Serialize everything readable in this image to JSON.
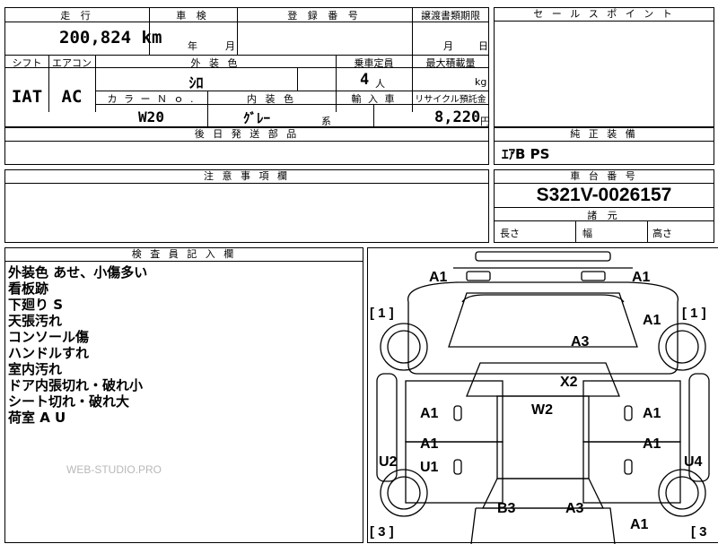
{
  "main_table": {
    "mileage_header": "走 行",
    "inspection_header": "車 検",
    "registration_header": "登 録 番 号",
    "transfer_deadline_header": "譲渡書類期限",
    "mileage_value": "200,824 km",
    "inspection_year": "年",
    "inspection_month": "月",
    "transfer_month": "月",
    "transfer_day": "日",
    "shift_header": "シフト",
    "aircon_header": "エアコン",
    "exterior_color_header": "外 装 色",
    "capacity_header": "乗車定員",
    "max_load_header": "最大積載量",
    "shift_value": "IAT",
    "aircon_value": "AC",
    "exterior_color_value": "ｼﾛ",
    "capacity_value": "4",
    "capacity_unit": "人",
    "max_load_unit": "kg",
    "color_no_header": "カ ラ ー Ｎ ｏ .",
    "interior_color_header": "内 装 色",
    "import_header": "輸 入 車",
    "recycle_header": "リサイクル預託金",
    "color_no_value": "W20",
    "interior_color_value": "ｸﾞﾚｰ",
    "interior_color_suffix": "系",
    "recycle_value": "8,220",
    "recycle_unit": "円",
    "parts_later_header": "後 日 発 送 部 品",
    "notes_header": "注 意 事 項 欄"
  },
  "right_panel": {
    "sales_point_header": "セ ー ル ス ポ イ ン ト",
    "equipment_header": "純 正 装 備",
    "equipment_value": "ｴｱB PS",
    "chassis_header": "車 台 番 号",
    "chassis_value": "S321V-0026157",
    "dimensions_header": "諸 元",
    "length_label": "長さ",
    "width_label": "幅",
    "height_label": "高さ"
  },
  "inspector": {
    "header": "検 査 員 記 入 欄",
    "notes": [
      "外装色 あせ、小傷多い",
      "看板跡",
      "下廻り S",
      "天張汚れ",
      "コンソール傷",
      "ハンドルすれ",
      "室内汚れ",
      "ドア内張切れ・破れ小",
      "シート切れ・破れ大",
      "荷室 A U"
    ],
    "watermark": "WEB-STUDIO.PRO"
  },
  "diagram": {
    "marks": {
      "front_left": "A1",
      "front_right": "A1",
      "fender_right": "A1",
      "bracket_left_top": "[ 1 ]",
      "bracket_right_top": "[ 1 ]",
      "hood": "A3",
      "windshield": "X2",
      "roof": "W2",
      "front_door_left": "A1",
      "front_door_right": "A1",
      "rear_door_left_a": "A1",
      "rear_door_left_u": "U1",
      "rear_door_right": "A1",
      "side_left": "U2",
      "side_right": "U4",
      "rear_left": "B3",
      "rear_center": "A3",
      "rear_right": "A1",
      "bracket_left_bottom": "[ 3 ]",
      "bracket_right_bottom": "[ 3"
    }
  }
}
